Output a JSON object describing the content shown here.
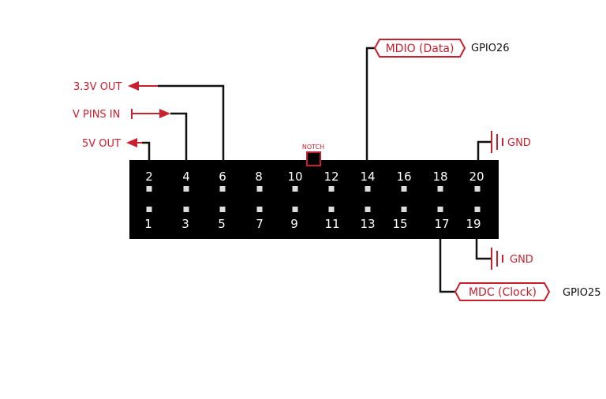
{
  "header": {
    "top_row_pins": [
      "2",
      "4",
      "6",
      "8",
      "10",
      "12",
      "14",
      "16",
      "18",
      "20"
    ],
    "bottom_row_pins": [
      "1",
      "3",
      "5",
      "7",
      "9",
      "11",
      "13",
      "15",
      "17",
      "19"
    ],
    "notch_label": "NOTCH"
  },
  "left_signals": {
    "v33_out": "3.3V OUT",
    "v_pins_in": "V PINS IN",
    "v5_out": "5V OUT"
  },
  "right_signals": {
    "mdio_tag": "MDIO (Data)",
    "mdio_gpio": "GPIO26",
    "mdc_tag": "MDC (Clock)",
    "mdc_gpio": "GPIO25",
    "gnd_top": "GND",
    "gnd_bottom": "GND"
  },
  "colors": {
    "accent": "#c8202e",
    "header_body": "#000000",
    "wire": "#111111"
  }
}
